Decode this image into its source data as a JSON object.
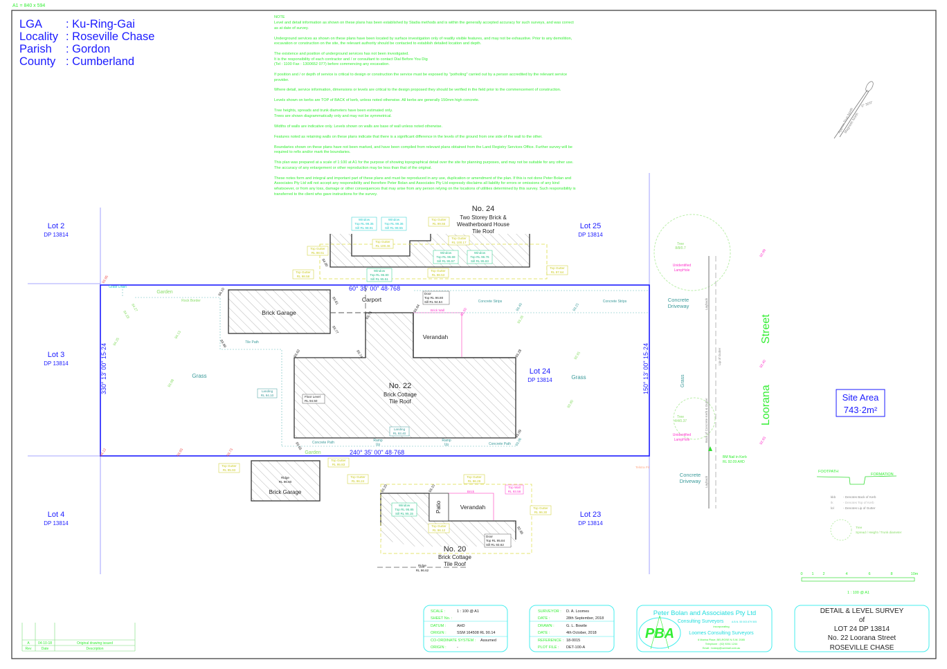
{
  "sheet_size": "A1 = 840 x 594",
  "location": {
    "rows": [
      {
        "label": "LGA",
        "value": ": Ku-Ring-Gai"
      },
      {
        "label": "Locality",
        "value": ": Roseville Chase"
      },
      {
        "label": "Parish",
        "value": ": Gordon"
      },
      {
        "label": "County",
        "value": ": Cumberland"
      }
    ]
  },
  "notes": {
    "heading": "NOTE",
    "lines": [
      "Level and detail information as shown on these plans has been established by Stadia methods and is within the generally accepted accuracy for such surveys, and was correct",
      "as at date of survey.",
      "Underground services as shown on these plans have been located by surface investigation only of readily visible features, and may not be exhaustive. Prior to any demolition,",
      "excavation or construction on the site, the relevant authority should be contacted to establish detailed location and depth.",
      "The existence and position of underground services has not been investigated.",
      "It is the responsibility of each contractor and / or consultant to contact Dial Before You Dig",
      "(Tel : 1100   Fax : 1300652 077) before commencing any excavation.",
      "If position and / or depth of service is critical to design or construction the service must be exposed by \"potholing\" carried out by a person accredited by the relevant service",
      "provider.",
      "Where detail, service information, dimensions or levels are critical to the design proposed they should be verified in the field prior to the commencement of construction.",
      "Levels shown on kerbs are TOP of BACK of kerb, unless noted otherwise. All kerbs are generally 150mm high concrete.",
      "Tree heights, spreads and trunk diameters have been estimated only.",
      "Trees are shown diagrammatically only and may not be symmetrical.",
      "Widths of walls are indicative only. Levels shown on walls are base of wall unless noted otherwise.",
      "Features noted as retaining walls on these plans indicate that there is a significant difference in the levels of the ground from one side of the wall to the other.",
      "Boundaries shown on these plans have not been marked, and have been compiled from relevant plans obtained from the Land Registry Services Office. Further survey will be",
      "required to refix and/or mark the boundaries.",
      "This plan was prepared at a scale of 1:100 at A1 for the purpose of showing topographical detail over the site for planning purposes, and may not be suitable for any other use.",
      "The accuracy of any enlargement or other reproduction may be less than that of the original.",
      "These notes form and integral and important part of these plans and must be reproduced in any use, duplication or amendment of the plan. If this is not done Peter Bolan and",
      "Associates Pty Ltd will not accept any responsibility and therefore Peter Bolan and Associates Pty Ltd expressly disclaims all liability for errors or omissions of any kind",
      "whatsoever, or from any loss, damage or other consequences that may arise from any person relying on the locations of utilities determined by this survey. Such responsibility is",
      "transferred to the client who gave instructions for the survey."
    ]
  },
  "lots": [
    {
      "name": "Lot 2",
      "dp": "DP 13814"
    },
    {
      "name": "Lot 25",
      "dp": "DP 13814"
    },
    {
      "name": "Lot 3",
      "dp": "DP 13814"
    },
    {
      "name": "Lot 24",
      "dp": "DP 13814"
    },
    {
      "name": "Lot 4",
      "dp": "DP 13814"
    },
    {
      "name": "Lot 23",
      "dp": "DP 13814"
    }
  ],
  "bearings": {
    "north": "60° 35' 00\"   48·768",
    "south": "240° 35' 00\"   48·768",
    "west": "330° 13' 00\"   15·24",
    "east": "150° 13' 00\"   15·24"
  },
  "houses": {
    "no24": {
      "number": "No. 24",
      "line1": "Two Storey Brick &",
      "line2": "Weatherboard House",
      "line3": "Tile Roof"
    },
    "no22": {
      "number": "No. 22",
      "line1": "Brick Cottage",
      "line2": "Tile Roof"
    },
    "no20": {
      "number": "No. 20",
      "line1": "Brick Cottage",
      "line2": "Tile Roof"
    }
  },
  "features": {
    "brick_garage": "Brick Garage",
    "carport": "Carport",
    "verandah": "Verandah",
    "patio": "Patio",
    "grass": "Grass",
    "garden": "Garden",
    "rock_border": "Rock Border",
    "tile_path": "Tile Path",
    "concrete_path": "Concrete Path",
    "concrete_strips": "Concrete Strips",
    "concrete_driveway": [
      "Concrete",
      "Driveway"
    ],
    "grate_drain": "Grate Drain",
    "brick_wall": "Brick Wall",
    "brick": "Brick",
    "ramp_up": [
      "Ramp",
      "Up"
    ],
    "ridge": [
      "Ridge",
      "RL 96.62"
    ],
    "ridge_garage": [
      "Ridge",
      "RL 96.60"
    ],
    "landing": [
      "Landing",
      "RL 94.10"
    ],
    "landing2": [
      "Landing",
      "RL 93.40"
    ],
    "floor_level": [
      "Floor Level",
      "RL 94.50"
    ],
    "door_24": [
      "Door",
      "Top RL 96.80",
      "Sill RL 94.54"
    ],
    "door_20": [
      "Door",
      "Top RL 95.84",
      "Sill RL 93.62"
    ],
    "windows": [
      [
        "Window",
        "Top RL 99.35",
        "Sill RL 98.91"
      ],
      [
        "Window",
        "Top RL 99.36",
        "Sill RL 98.55"
      ],
      [
        "Window",
        "Top RL 96.80",
        "Sill RL 95.51"
      ],
      [
        "Window",
        "Top RL 96.69",
        "Sill RL 95.57"
      ],
      [
        "Window",
        "Top RL 96.76",
        "Sill RL 95.83"
      ],
      [
        "Window",
        "Top RL 95.85",
        "Sill RL 95.15"
      ]
    ],
    "gutters": [
      [
        "Top Gutter",
        "RL 99.55"
      ],
      [
        "Top Gutter",
        "RL 100.46"
      ],
      [
        "Top Gutter",
        "RL 100.17"
      ],
      [
        "Top Gutter",
        "RL 98.51"
      ],
      [
        "Top Gutter",
        "RL 98.58"
      ],
      [
        "Top Gutter",
        "RL 98.53"
      ],
      [
        "Top Gutter",
        "RL 97.64"
      ],
      [
        "Top Gutter",
        "RL 95.93"
      ],
      [
        "Top Gutter",
        "RL 95.83"
      ],
      [
        "Top Gutter",
        "RL 96.24"
      ],
      [
        "Top Gutter",
        "RL 96.29"
      ],
      [
        "Top Gutter",
        "RL 96.12"
      ],
      [
        "Top Gutter",
        "RL 96.30"
      ]
    ],
    "top_wall": [
      "Top Wall",
      "RL 93.58"
    ],
    "tree1": [
      "Tree",
      "8/8/0.7"
    ],
    "tree2": [
      "Tree",
      "4/4/0.37"
    ],
    "lamphole": [
      "Unidentified",
      "LampHole"
    ],
    "bm": [
      "BM Nail in Kerb",
      "RL 92.09 AHD"
    ],
    "layback": "Layback",
    "kerb": "Back of Concrete Kerb & Gutter",
    "lip": "Lip of Gutter",
    "telstra_pit": "Telstra Pit"
  },
  "levels": [
    "94.10",
    "93.81",
    "93.77",
    "93.99",
    "93.62",
    "93.74",
    "93.73",
    "93.64",
    "93.28",
    "93.09",
    "93.06",
    "93.55",
    "94.00",
    "94.25",
    "94.27",
    "94.28",
    "94.13",
    "93.98",
    "93.50",
    "92.91",
    "92.80",
    "93.26",
    "93.21",
    "93.40",
    "93.20",
    "93.10",
    "92.86",
    "92.99",
    "92.40",
    "92.93",
    "94.12",
    "93.93",
    "93.73",
    "93.95"
  ],
  "street": {
    "name1": "Loorana",
    "name2": "Street"
  },
  "site_area": {
    "label": "Site Area",
    "value": "743·2m²"
  },
  "north": {
    "true": "Approx True North",
    "magnetic": "Magnetic North",
    "angle": "0° 30'0\""
  },
  "legend": {
    "footpath": "FOOTPATH",
    "formation": "FORMATION",
    "kerb_codes": [
      {
        "code": "kkb",
        "desc": "- Denotes Back of Kerb"
      },
      {
        "code": "tk",
        "desc": "- Denotes Top of Kerb"
      },
      {
        "code": "lol",
        "desc": "- Denotes Lip of Gutter"
      }
    ],
    "tree": [
      "Tree",
      "Spread / Height / Trunk diameter"
    ],
    "scale_ticks": [
      "0",
      "1",
      "2",
      "4",
      "6",
      "8",
      "10m"
    ],
    "scale_label": "1 : 100 @ A1"
  },
  "revision": {
    "rows": [
      {
        "rev": "A",
        "date": "04-10-18",
        "desc": "Original drawing issued"
      }
    ],
    "headers": {
      "rev": "Rev",
      "date": "Date",
      "desc": "Description"
    }
  },
  "info1": [
    {
      "k": "SCALE :",
      "v": "1 : 100 @ A1"
    },
    {
      "k": "SHEET No. :",
      "v": ""
    },
    {
      "k": "DATUM :",
      "v": "AHD"
    },
    {
      "k": "ORIGIN :",
      "v": "SSM 164508  RL 90.14"
    },
    {
      "k": "CO-ORDINATE SYSTEM :",
      "v": "Assumed"
    },
    {
      "k": "ORIGIN :",
      "v": "-"
    }
  ],
  "info2": [
    {
      "k": "SURVEYOR :",
      "v": "D. A. Loomes"
    },
    {
      "k": "DATE :",
      "v": "28th September, 2018"
    },
    {
      "k": "DRAWN :",
      "v": "G. L. Bowtle"
    },
    {
      "k": "DATE :",
      "v": "4th October, 2018"
    },
    {
      "k": "REFERENCE :",
      "v": "18-0015"
    },
    {
      "k": "PLOT FILE :",
      "v": "DET-100-A"
    }
  ],
  "company": {
    "name": "Peter Bolan and Associates Pty Ltd",
    "sub": "Consulting Surveyors",
    "abn": "A.B.N. 55 003 879 505",
    "incorporating": "incorporating",
    "sub2": "Loomes Consulting Surveyors",
    "address": "6 Marina Place, BELROSE  N.S.W. 2085",
    "phone": "Telephone : (02) 9261 1244",
    "email": "Email : bolanp@ozemail.com.au",
    "logo": "PBA"
  },
  "title": {
    "line1": "DETAIL & LEVEL SURVEY",
    "line2": "of",
    "line3": "LOT 24   DP 13814",
    "line4": "No. 22 Loorana Street",
    "line5": "ROSEVILLE CHASE"
  },
  "colors": {
    "boundary": "#1a1aff",
    "notes": "#33ee33",
    "border": "#333333",
    "frames": "#44eeee"
  }
}
